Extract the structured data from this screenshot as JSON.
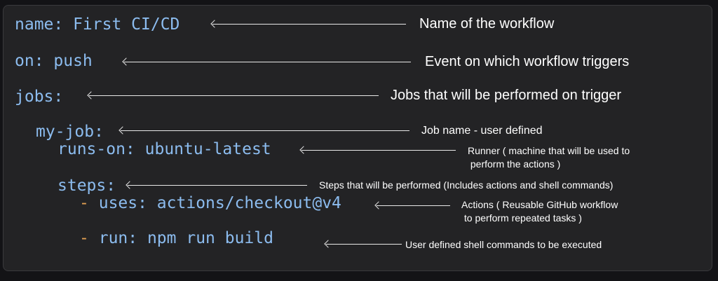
{
  "lines": {
    "name": "name: First CI/CD",
    "on": "on: push",
    "jobs": "jobs:",
    "my_job": "my-job:",
    "runs_on": "runs-on: ubuntu-latest",
    "steps": "steps:",
    "dash1": "-",
    "uses": "uses: actions/checkout@v4",
    "dash2": "-",
    "run": "run: npm run build"
  },
  "annotations": {
    "name": "Name of the workflow",
    "on": "Event on which workflow triggers",
    "jobs": "Jobs that will be performed on trigger",
    "my_job": "Job name - user defined",
    "runs_on_1": "Runner ( machine that will be used to",
    "runs_on_2": " perform the actions )",
    "steps": "Steps that will be performed (Includes actions and shell commands)",
    "uses_1": "Actions ( Reusable GitHub workflow",
    "uses_2": " to perform repeated tasks )",
    "run": "User defined shell commands to be executed"
  },
  "colors": {
    "background": "#131316",
    "panel": "#232325",
    "code_key": "#8cbcef",
    "list_dash": "#e3a052",
    "annotation_text": "#ffffff",
    "arrow": "#e8e8e8"
  },
  "icons": [
    "arrow-left-icon"
  ]
}
